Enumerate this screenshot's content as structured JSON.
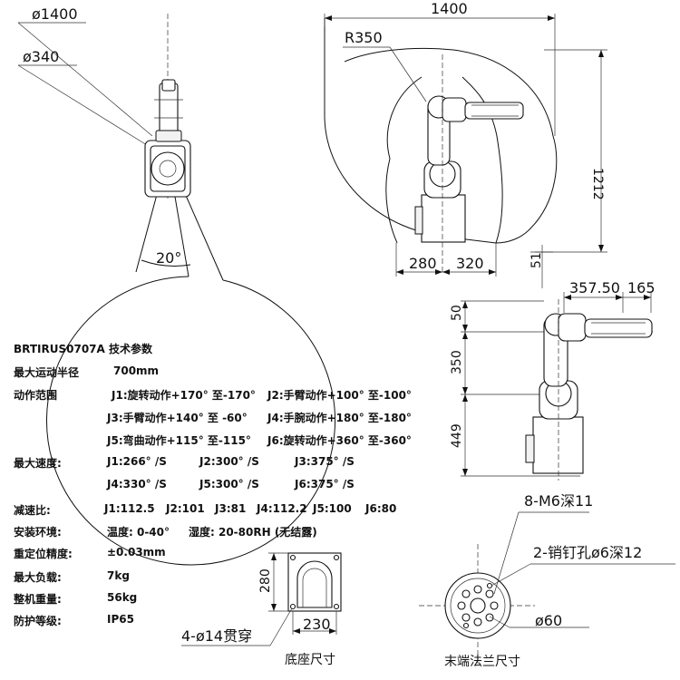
{
  "top_view": {
    "dia_outer": "ø1400",
    "dia_inner": "ø340",
    "angle": "20°"
  },
  "side_view": {
    "width": "1400",
    "radius": "R350",
    "height": "1212",
    "base_left": "280",
    "base_right": "320",
    "below": "51"
  },
  "right_view": {
    "offset": "357.50",
    "tool": "165",
    "h1": "50",
    "h2": "350",
    "h3": "449"
  },
  "spec": {
    "title": "BRTIRUS0707A 技术参数",
    "rows": [
      {
        "label": "最大运动半径",
        "cells": [
          "700mm"
        ]
      },
      {
        "label": "动作范围",
        "cells": [
          "J1:旋转动作+170° 至-170°",
          "J2:手臂动作+100° 至-100°"
        ]
      },
      {
        "label": "",
        "cells": [
          "J3:手臂动作+140° 至 -60°",
          "J4:手腕动作+180° 至-180°"
        ]
      },
      {
        "label": "",
        "cells": [
          "J5:弯曲动作+115° 至-115°",
          "J6:旋转动作+360° 至-360°"
        ]
      },
      {
        "label": "最大速度:",
        "cells": [
          "J1:266° /S",
          "J2:300° /S",
          "J3:375° /S"
        ]
      },
      {
        "label": "",
        "cells": [
          "J4:330° /S",
          "J5:300° /S",
          "J6:375° /S"
        ]
      },
      {
        "label": "减速比:",
        "cells": [
          "J1:112.5",
          "J2:101",
          "J3:81",
          "J4:112.2",
          "J5:100",
          "J6:80"
        ]
      },
      {
        "label": "安装环境:",
        "cells": [
          "温度: 0-40°",
          "湿度: 20-80RH (无结露)"
        ]
      },
      {
        "label": "重定位精度:",
        "cells": [
          "±0.03mm"
        ]
      },
      {
        "label": "最大负载:",
        "cells": [
          "7kg"
        ]
      },
      {
        "label": "整机重量:",
        "cells": [
          "56kg"
        ]
      },
      {
        "label": "防护等级:",
        "cells": [
          "IP65"
        ]
      }
    ]
  },
  "base_view": {
    "h": "280",
    "w": "230",
    "holes": "4-ø14贯穿",
    "caption": "底座尺寸"
  },
  "flange_view": {
    "threads": "8-M6深11",
    "pins": "2-销钉孔ø6深12",
    "dia": "ø60",
    "caption": "末端法兰尺寸"
  }
}
